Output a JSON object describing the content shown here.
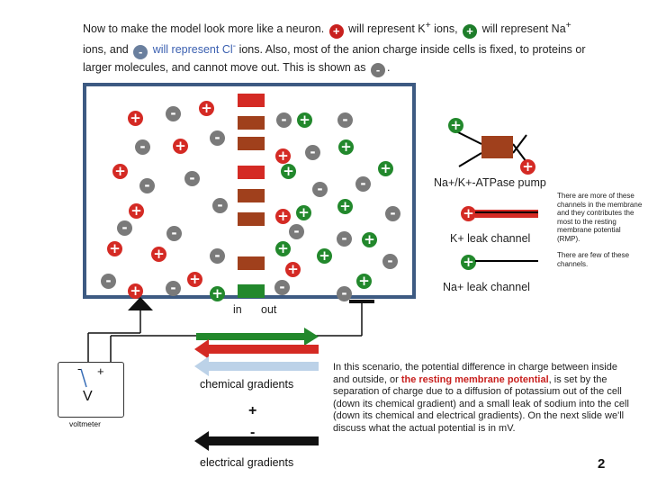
{
  "intro": {
    "part1": "Now to make the model look more like a neuron.",
    "k_text": "will represent K",
    "k_sup": "+",
    "k_end": " ions,",
    "na_text": "will represent Na",
    "na_sup": "+",
    "na_end": " ions, and",
    "cl_text": "will represent Cl",
    "cl_sup": "-",
    "cl_end": " ions.",
    "part2": "Also, most of the anion charge inside cells is fixed, to proteins or larger molecules, and cannot move out. This is shown as",
    "end": "."
  },
  "labels": {
    "pump": "Na+/K+-ATPase pump",
    "k_leak": "K+ leak channel",
    "na_leak": "Na+ leak channel",
    "k_note": "There are more of these channels in the membrane and they contributes the most to the resting membrane potential (RMP).",
    "na_note": "There are few of these channels.",
    "in": "in",
    "out": "out",
    "voltmeter": "voltmeter",
    "v": "V",
    "minus": "-",
    "plus": "+",
    "chemical": "chemical gradients",
    "electrical": "electrical gradients",
    "elec_plus": "+",
    "elec_minus": "-"
  },
  "paragraph": {
    "before": "In this scenario, the potential difference in charge between inside and outside, or ",
    "emph": "the resting membrane potential",
    "after": ", is set by the separation of charge due to a diffusion of potassium out of the cell (down its chemical gradient) and a small leak of sodium into the cell (down its chemical and electrical gradients). On the next slide we'll discuss what the actual potential is in mV."
  },
  "page_number": "2",
  "colors": {
    "potassium": "#d42a24",
    "sodium": "#22882c",
    "chloride": "#7889a6",
    "membrane": "#3d5a82",
    "channel": "#a0401c"
  }
}
